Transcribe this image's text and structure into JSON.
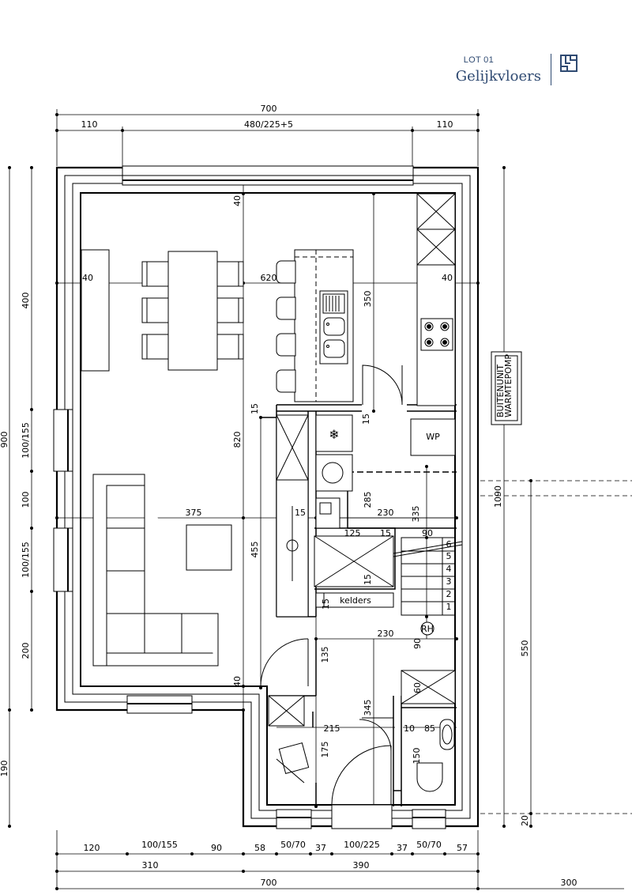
{
  "header": {
    "lot_label": "LOT 01",
    "floor_title": "Gelijkvloers",
    "accent_color": "#2f4a72",
    "icon": "floorplan-icon"
  },
  "room_labels": {
    "heat_pump": "WP",
    "cellar": "kelders",
    "outdoor_unit_line1": "BUITENUNIT",
    "outdoor_unit_line2": "WARMTEPOMP",
    "rainwater": "RH"
  },
  "stair_steps": [
    "1",
    "2",
    "3",
    "4",
    "5",
    "6"
  ],
  "dimensions": {
    "top_total": "700",
    "top_left": "110",
    "top_center": "480/225+5",
    "top_right": "110",
    "left_400": "400",
    "left_900": "900",
    "left_w1": "100/155",
    "left_100": "100",
    "left_w2": "100/155",
    "left_200": "200",
    "left_190": "190",
    "right_1090": "1090",
    "right_550": "550",
    "right_20": "20",
    "bottom_120": "120",
    "bottom_w1": "100/155",
    "bottom_90": "90",
    "bottom_58": "58",
    "bottom_w2": "50/70",
    "bottom_37a": "37",
    "bottom_w3": "100/225",
    "bottom_37b": "37",
    "bottom_w4": "50/70",
    "bottom_57": "57",
    "bottom_310": "310",
    "bottom_390": "390",
    "bottom_700": "700",
    "bottom_300": "300",
    "in_40_top": "40",
    "in_40_left": "40",
    "in_620": "620",
    "in_40_right": "40",
    "in_350": "350",
    "in_820": "820",
    "in_15a": "15",
    "in_15b": "15",
    "in_375": "375",
    "in_15c": "15",
    "in_285": "285",
    "in_230a": "230",
    "in_335": "335",
    "in_125": "125",
    "in_15d": "15",
    "in_90a": "90",
    "in_455": "455",
    "in_15e": "15",
    "in_15f": "15",
    "in_230b": "230",
    "in_90b": "90",
    "in_135": "135",
    "in_40_bottom": "40",
    "in_60": "60",
    "in_345": "345",
    "in_215": "215",
    "in_10": "10",
    "in_85": "85",
    "in_175": "175",
    "in_150": "150"
  }
}
